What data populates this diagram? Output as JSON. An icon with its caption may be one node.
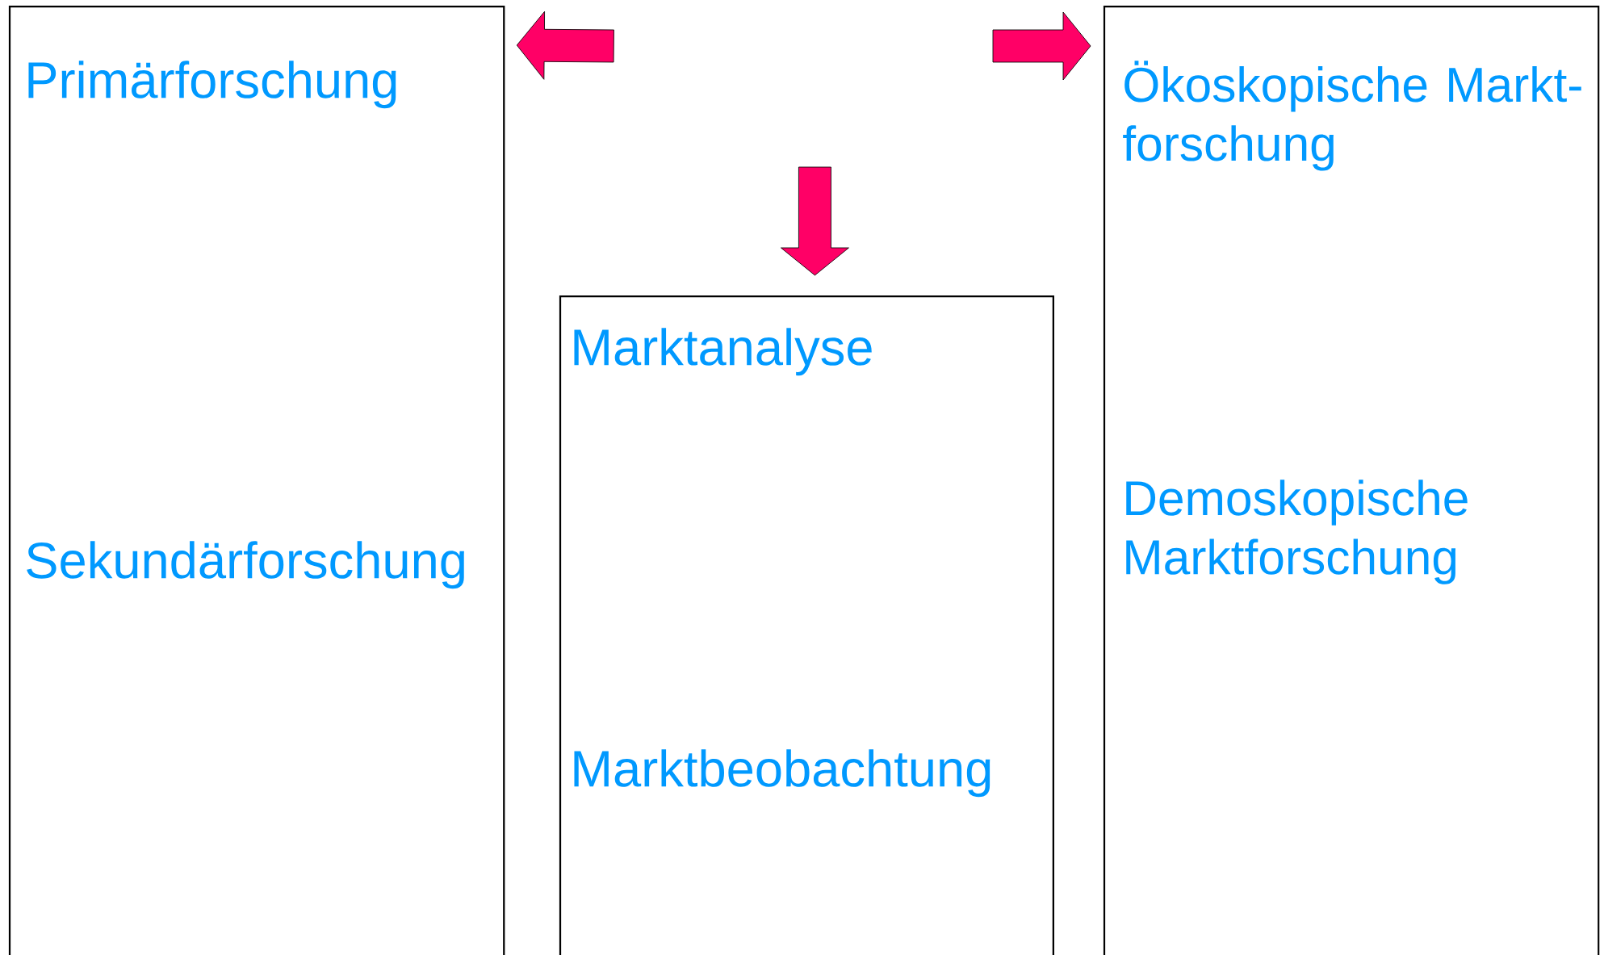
{
  "diagram": {
    "nodes": [
      {
        "text": [
          "Primärforschung",
          "Sekundärforschung"
        ]
      },
      {
        "text": [
          "Marktanalyse",
          "Marktbeobachtung"
        ]
      },
      {
        "text": [
          "Ökoskopische Markt- forschung",
          "Demoskopische Marktforschung"
        ]
      }
    ],
    "edges": [
      {
        "from": null,
        "to": 0,
        "arrow": "to"
      },
      {
        "from": null,
        "to": 2,
        "arrow": "to"
      },
      {
        "from": null,
        "to": 1,
        "arrow": "to"
      }
    ]
  }
}
